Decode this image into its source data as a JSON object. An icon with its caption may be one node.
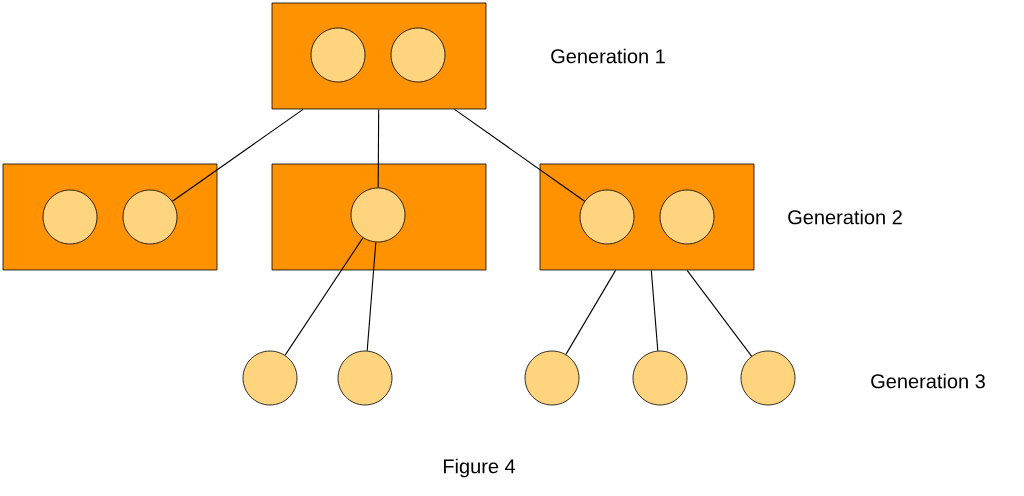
{
  "diagram": {
    "caption": "Figure 4",
    "nodes": [
      {
        "text": [],
        "shape": "box"
      },
      {
        "text": [],
        "shape": "circle",
        "in": 0
      },
      {
        "text": [],
        "shape": "circle",
        "in": 0
      },
      {
        "text": [],
        "shape": "box"
      },
      {
        "text": [],
        "shape": "circle",
        "in": 3
      },
      {
        "text": [],
        "shape": "circle",
        "in": 3
      },
      {
        "text": [],
        "shape": "box"
      },
      {
        "text": [],
        "shape": "circle",
        "in": 6
      },
      {
        "text": [],
        "shape": "box"
      },
      {
        "text": [],
        "shape": "circle",
        "in": 8
      },
      {
        "text": [],
        "shape": "circle",
        "in": 8
      },
      {
        "text": [],
        "shape": "circle"
      },
      {
        "text": [],
        "shape": "circle"
      },
      {
        "text": [],
        "shape": "circle"
      },
      {
        "text": [],
        "shape": "circle"
      },
      {
        "text": [],
        "shape": "circle"
      }
    ],
    "edges": [
      {
        "from": 0,
        "to": 5,
        "arrow": "none"
      },
      {
        "from": 0,
        "to": 7,
        "arrow": "none"
      },
      {
        "from": 0,
        "to": 9,
        "arrow": "none"
      },
      {
        "from": 7,
        "to": 11,
        "arrow": "none"
      },
      {
        "from": 7,
        "to": 12,
        "arrow": "none"
      },
      {
        "from": 8,
        "to": 13,
        "arrow": "none"
      },
      {
        "from": 8,
        "to": 14,
        "arrow": "none"
      },
      {
        "from": 8,
        "to": 15,
        "arrow": "none"
      }
    ],
    "labels": [
      "Generation 1",
      "Generation 2",
      "Generation 3"
    ]
  }
}
